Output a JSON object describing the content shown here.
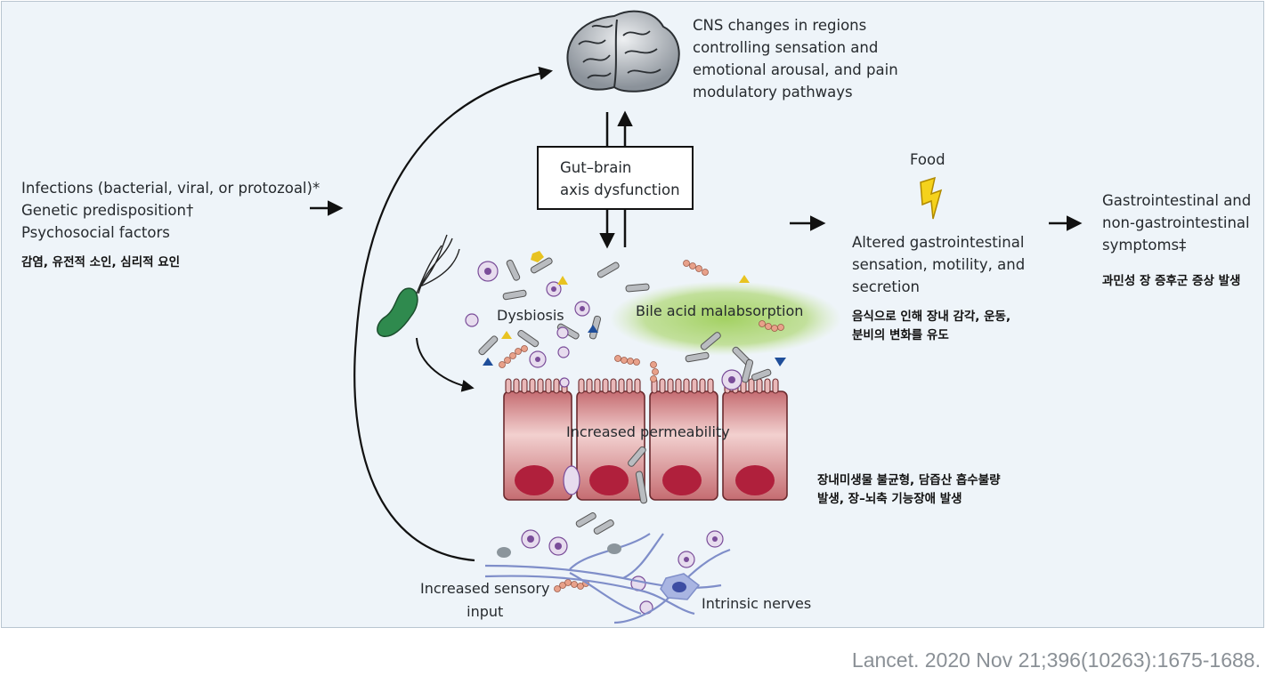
{
  "cns": {
    "lines": [
      "CNS changes in regions",
      "controlling sensation and",
      "emotional arousal, and pain",
      "modulatory pathways"
    ]
  },
  "gut_brain": {
    "lines": [
      "Gut–brain",
      "axis dysfunction"
    ]
  },
  "causes": {
    "lines": [
      "Infections (bacterial, viral, or protozoal)*",
      "Genetic predisposition†",
      "Psychosocial factors"
    ],
    "korean": "감염, 유전적 소인, 심리적 요인"
  },
  "food": "Food",
  "altered": {
    "lines": [
      "Altered gastrointestinal",
      "sensation, motility, and",
      "secretion"
    ],
    "korean": [
      "음식으로 인해 장내 감각, 운동,",
      "분비의 변화를 유도"
    ]
  },
  "symptoms": {
    "lines": [
      "Gastrointestinal and",
      "non-gastrointestinal",
      "symptoms‡"
    ],
    "korean": "과민성 장 증후군 증상 발생"
  },
  "labels": {
    "dysbiosis": "Dysbiosis",
    "bile_acid": "Bile acid malabsorption",
    "permeability": "Increased permeability",
    "sensory": [
      "Increased sensory",
      "input"
    ],
    "nerves": "Intrinsic nerves"
  },
  "gut_korean": [
    "장내미생물 불균형, 담즙산 흡수불량",
    "발생, 장–뇌축 기능장애 발생"
  ],
  "citation": "Lancet. 2020 Nov 21;396(10263):1675-1688.",
  "colors": {
    "background": "#eef4f9",
    "epithelium": "#c8767a",
    "nucleus": "#b0203c",
    "bile_acid": "#9fcf5a",
    "bacterium": "#2f8a4e",
    "lightning": "#f5d21c",
    "nerve": "#7f8ec9"
  },
  "icons": [
    "brain-icon",
    "lightning-icon",
    "bacterium-icon",
    "nerve-cell-icon"
  ]
}
